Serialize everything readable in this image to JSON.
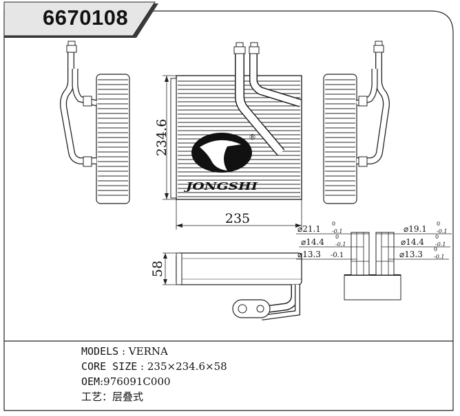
{
  "part_number": "6670108",
  "drawing": {
    "dim_height": "234.6",
    "dim_width": "235",
    "dim_depth": "58",
    "brand_logo": "JONGSHI",
    "registered_mark": "®",
    "fittings_left": {
      "outer": "⌀21.1",
      "inner": "⌀14.4",
      "tube": "⌀13.3"
    },
    "fittings_right": {
      "outer": "⌀19.1",
      "inner": "⌀14.4",
      "tube": "⌀13.3"
    },
    "tol_upper": "0",
    "tol_lower": "-0.1",
    "tol_plain": "-0.1"
  },
  "specs": {
    "models_label": "MODELS",
    "models_value": "VERNA",
    "core_label": "CORE SIZE",
    "core_value": "235×234.6×58",
    "oem_label": "OEM",
    "oem_value": "976091C000",
    "process_label": "工艺",
    "process_value": "层叠式"
  }
}
